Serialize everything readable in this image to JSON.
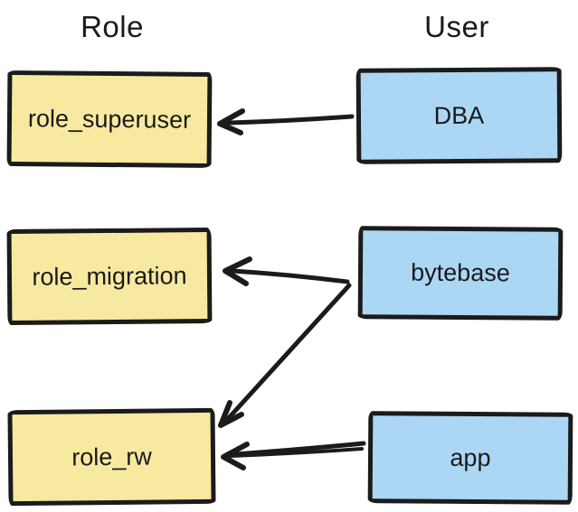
{
  "diagram": {
    "columns": [
      {
        "title": "Role"
      },
      {
        "title": "User"
      }
    ],
    "roles": [
      {
        "label": "role_superuser"
      },
      {
        "label": "role_migration"
      },
      {
        "label": "role_rw"
      }
    ],
    "users": [
      {
        "label": "DBA"
      },
      {
        "label": "bytebase"
      },
      {
        "label": "app"
      }
    ],
    "edges": [
      {
        "from": "DBA",
        "to": "role_superuser"
      },
      {
        "from": "bytebase",
        "to": "role_migration"
      },
      {
        "from": "bytebase",
        "to": "role_rw"
      },
      {
        "from": "app",
        "to": "role_rw"
      }
    ],
    "colors": {
      "role_fill": "#F8E9A1",
      "user_fill": "#ABD7F4",
      "stroke": "#1B1B1B",
      "text": "#1A1A1A",
      "background": "#FFFFFF"
    }
  }
}
